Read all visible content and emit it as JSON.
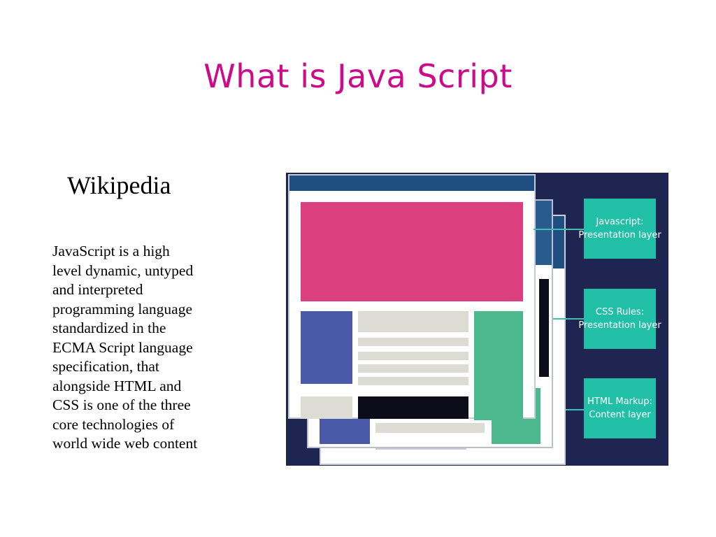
{
  "slide": {
    "title": "What is Java Script",
    "subheading": "Wikipedia",
    "body_lines": [
      "JavaScript is a high",
      "level dynamic, untyped",
      "and interpreted",
      "programming language",
      "standardized in the",
      "ECMA Script language",
      "specification, that",
      "alongside HTML and",
      "CSS is one of the three",
      "core technologies of",
      "world wide web content"
    ]
  },
  "illustration": {
    "labels": [
      {
        "line1": "Javascript:",
        "line2": "Presentation layer"
      },
      {
        "line1": "CSS Rules:",
        "line2": "Presentation layer"
      },
      {
        "line1": "HTML Markup:",
        "line2": "Content layer"
      }
    ]
  },
  "colors": {
    "title": "#cc0a8a",
    "illustration_bg": "#1d2550",
    "label_box": "#21bfa6",
    "hero_block": "#dc3f7d"
  }
}
